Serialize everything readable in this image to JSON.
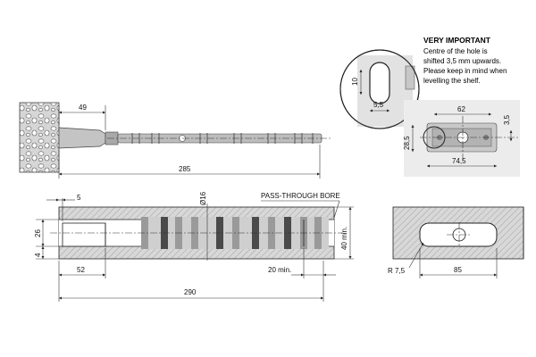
{
  "note": {
    "title": "VERY IMPORTANT",
    "lines": [
      "Centre of the hole is",
      "shifted 3,5 mm upwards.",
      "Please keep in mind when",
      "levelling the shelf."
    ]
  },
  "dimensions": {
    "top_pin_49": "49",
    "top_pin_285": "285",
    "detail_10": "10",
    "detail_5_5": "5,5",
    "plate_62": "62",
    "plate_3_5": "3,5",
    "plate_28_5": "28,5",
    "plate_74_5": "74,5",
    "bore_5": "5",
    "bore_dia": "Ø16",
    "bore_label": "PASS-THROUGH BORE",
    "bore_26": "26",
    "bore_4": "4",
    "bore_40min": "40 min.",
    "bore_52": "52",
    "bore_20min": "20 min.",
    "bore_290": "290",
    "slot_r": "R 7,5",
    "slot_85": "85"
  },
  "colors": {
    "line": "#222222",
    "shelf_fill": "#cfcfcf",
    "pin_fill": "#b8b8b8",
    "plate_bg": "#e8e8e8",
    "dark_band": "#4a4a4a",
    "mid_band": "#9a9a9a"
  }
}
